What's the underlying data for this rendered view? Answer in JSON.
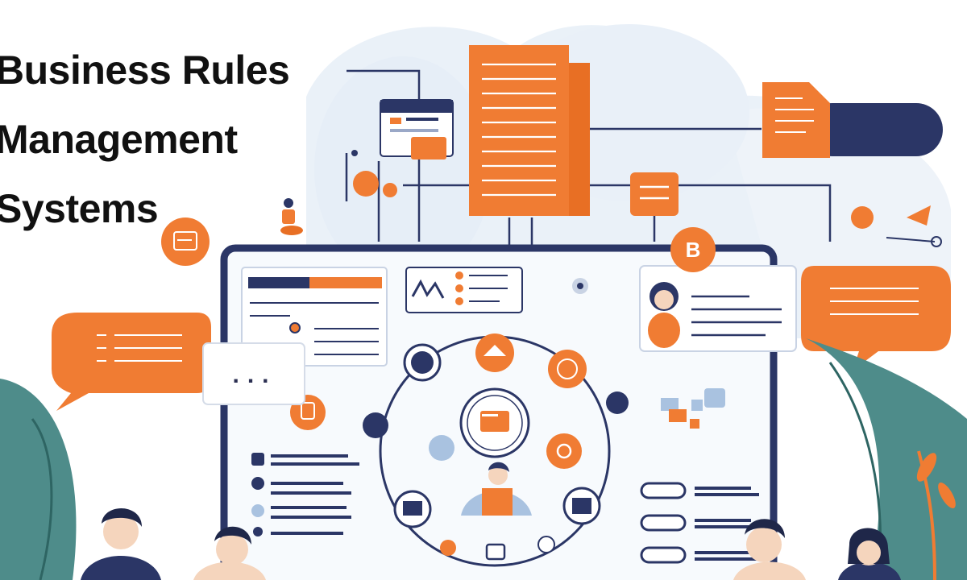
{
  "title": {
    "lines": [
      "Business Rules",
      "Management",
      "Systems"
    ]
  },
  "ellipsis_bubble": "...",
  "avatar_badge": "B",
  "colors": {
    "orange": "#F07C33",
    "navy": "#2B3666",
    "light_bg": "#EAF1F8",
    "leaf_teal": "#4E8C8A",
    "text": "#111111"
  }
}
